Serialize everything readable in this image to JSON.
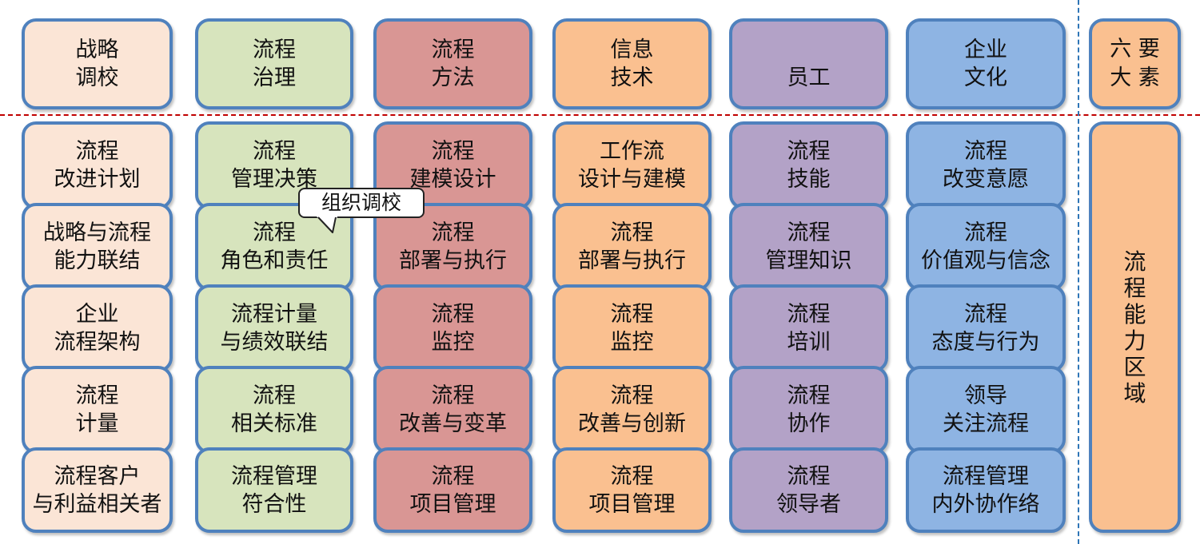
{
  "header": [
    {
      "lines": [
        "战略",
        "调校"
      ]
    },
    {
      "lines": [
        "流程",
        "治理"
      ]
    },
    {
      "lines": [
        "流程",
        "方法"
      ]
    },
    {
      "lines": [
        "信息",
        "技术"
      ]
    },
    {
      "lines": [
        "",
        "员工"
      ]
    },
    {
      "lines": [
        "企业",
        "文化"
      ]
    }
  ],
  "six_elements": {
    "lines": [
      "六 要",
      "大 素"
    ]
  },
  "capability_area": "流\n程\n能\n力\n区\n域",
  "columns": [
    [
      [
        "流程",
        "改进计划"
      ],
      [
        "战略与流程",
        "能力联结"
      ],
      [
        "企业",
        "流程架构"
      ],
      [
        "流程",
        "计量"
      ],
      [
        "流程客户",
        "与利益相关者"
      ]
    ],
    [
      [
        "流程",
        "管理决策"
      ],
      [
        "流程",
        "角色和责任"
      ],
      [
        "流程计量",
        "与绩效联结"
      ],
      [
        "流程",
        "相关标准"
      ],
      [
        "流程管理",
        "符合性"
      ]
    ],
    [
      [
        "流程",
        "建模设计"
      ],
      [
        "流程",
        "部署与执行"
      ],
      [
        "流程",
        "监控"
      ],
      [
        "流程",
        "改善与变革"
      ],
      [
        "流程",
        "项目管理"
      ]
    ],
    [
      [
        "工作流",
        "设计与建模"
      ],
      [
        "流程",
        "部署与执行"
      ],
      [
        "流程",
        "监控"
      ],
      [
        "流程",
        "改善与创新"
      ],
      [
        "流程",
        "项目管理"
      ]
    ],
    [
      [
        "流程",
        "技能"
      ],
      [
        "流程",
        "管理知识"
      ],
      [
        "流程",
        "培训"
      ],
      [
        "流程",
        "协作"
      ],
      [
        "流程",
        "领导者"
      ]
    ],
    [
      [
        "流程",
        "改变意愿"
      ],
      [
        "流程",
        "价值观与信念"
      ],
      [
        "流程",
        "态度与行为"
      ],
      [
        "领导",
        "关注流程"
      ],
      [
        "流程管理",
        "内外协作络"
      ]
    ]
  ],
  "callout": "组织调校",
  "colors": {
    "border": "#4f81bd",
    "peach": "#fbe5d6",
    "green": "#d7e4bd",
    "red": "#d99694",
    "orange": "#fac090",
    "purple": "#b3a2c7",
    "blue": "#8eb4e3",
    "divider_horizontal": "#c00000",
    "divider_vertical": "#2e75b6"
  }
}
